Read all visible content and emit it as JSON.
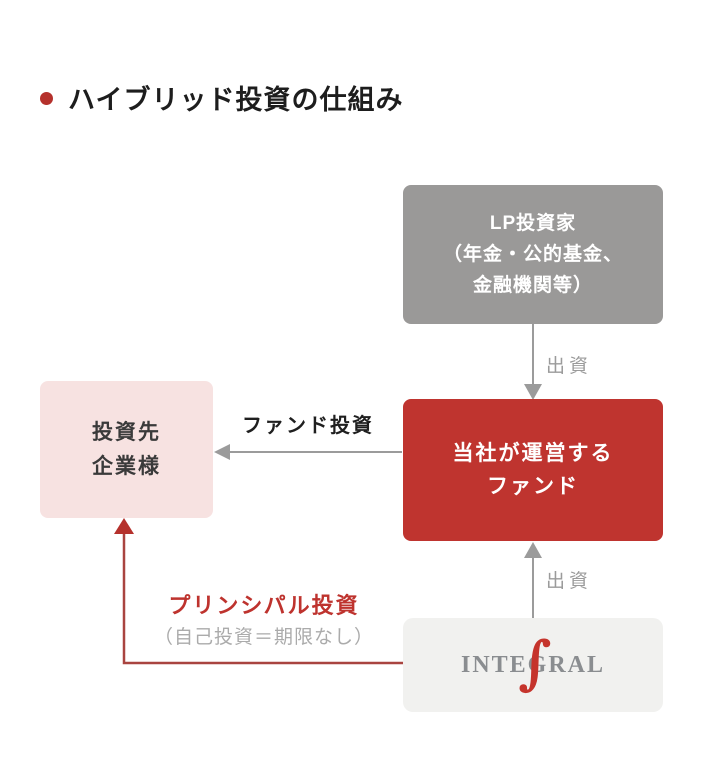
{
  "title": {
    "text": "ハイブリッド投資の仕組み"
  },
  "colors": {
    "accent_red": "#bf342f",
    "bullet_red": "#b5312c",
    "node_gray": "#9a9998",
    "node_pink": "#f7e2e1",
    "node_light_gray": "#f1f1ef",
    "arrow_gray": "#9b9b9b",
    "arrow_red": "#a94440",
    "label_gray": "#9b9b9b",
    "text_dark": "#1f1f1f",
    "logo_gray": "#8a8d90"
  },
  "nodes": {
    "lp_investors": {
      "lines": [
        "LP投資家",
        "（年金・公的基金、",
        "金融機関等）"
      ]
    },
    "our_fund": {
      "lines": [
        "当社が運営する",
        "ファンド"
      ]
    },
    "investees": {
      "lines": [
        "投資先",
        "企業様"
      ]
    },
    "integral": {
      "logo_text": "INTEGRAL",
      "logo_symbol": "∫"
    }
  },
  "labels": {
    "contribution_top": "出資",
    "contribution_bottom": "出資",
    "fund_investment": "ファンド投資",
    "principal_investment": "プリンシパル投資",
    "principal_note": "（自己投資＝期限なし）"
  }
}
